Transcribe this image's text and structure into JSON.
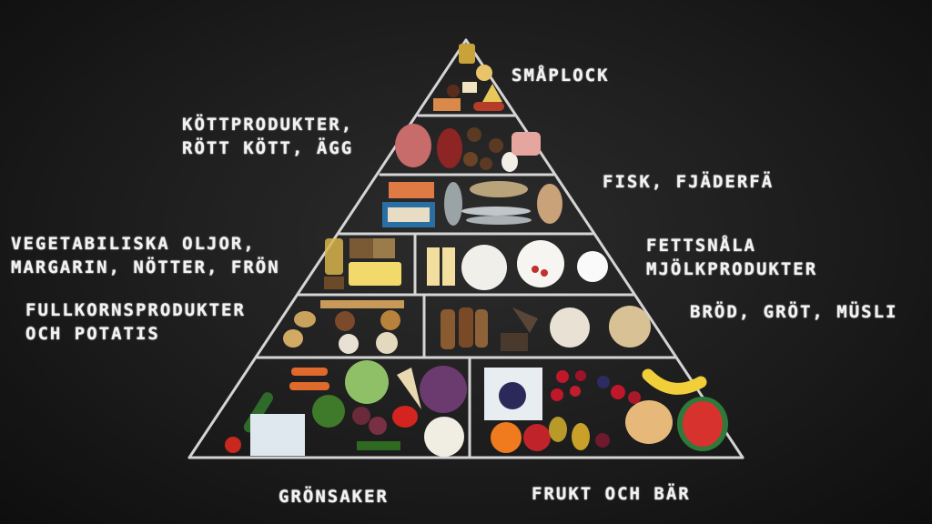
{
  "labels": {
    "smaplock": "SMÅPLOCK",
    "kott_line1": "KÖTTPRODUKTER,",
    "kott_line2": "RÖTT KÖTT, ÄGG",
    "fisk": "FISK, FJÄDERFÄ",
    "veg_line1": "VEGETABILISKA OLJOR,",
    "veg_line2": "MARGARIN, NÖTTER, FRÖN",
    "mjolk_line1": "FETTSNÅLA",
    "mjolk_line2": "MJÖLKPRODUKTER",
    "fullkorn_line1": "FULLKORNSPRODUKTER",
    "fullkorn_line2": "OCH POTATIS",
    "brod": "BRÖD, GRÖT, MÜSLI",
    "gronsaker": "GRÖNSAKER",
    "frukt": "FRUKT OCH BÄR"
  },
  "colors": {
    "chalk": "#f2f2f2",
    "board": "#1c1c1c"
  }
}
